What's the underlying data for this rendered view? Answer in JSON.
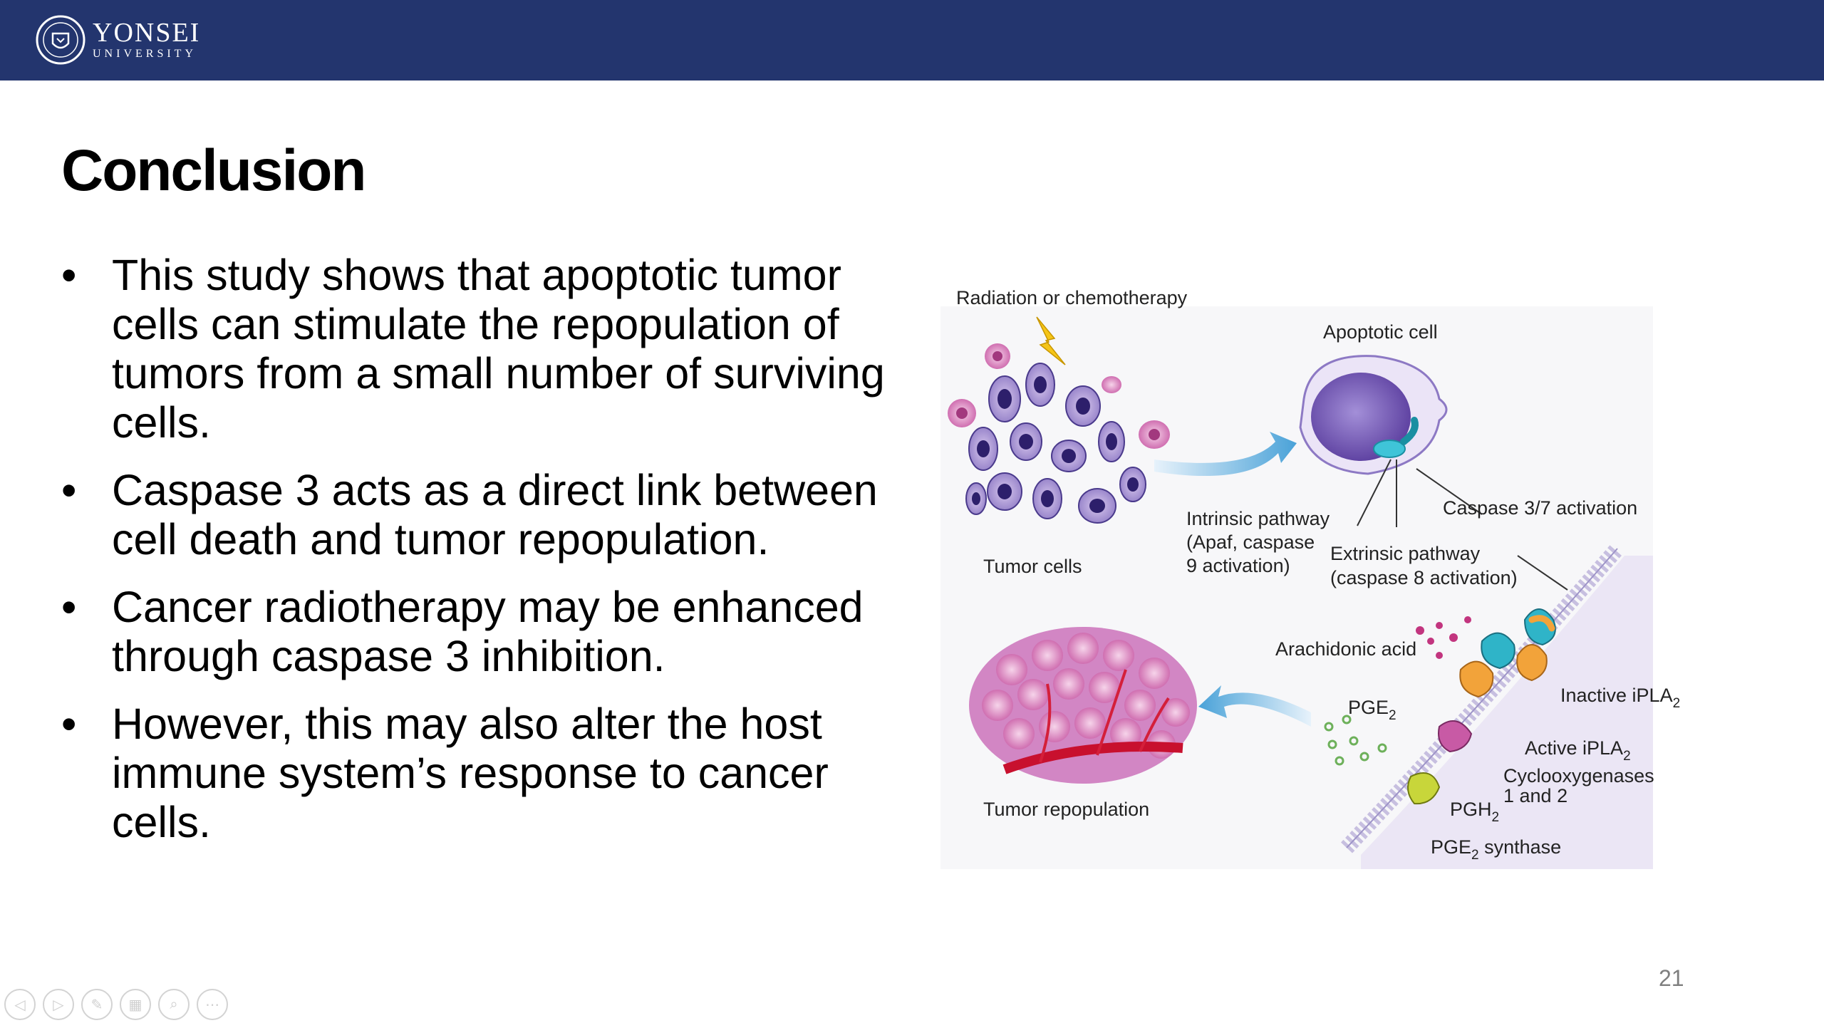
{
  "header": {
    "logo_name": "YONSEI",
    "logo_sub": "UNIVERSITY",
    "bar_color": "#23356e"
  },
  "slide": {
    "title": "Conclusion",
    "bullets": [
      "This study shows that apoptotic tumor cells can stimulate the repopulation of tumors from a small number of surviving cells.",
      "Caspase 3 acts as a direct link between cell death and tumor repopulation.",
      "Cancer radiotherapy may be enhanced through caspase 3 inhibition.",
      "However, this may also alter the host immune system’s response to cancer cells."
    ],
    "bullet_char": "•",
    "page_number": "21"
  },
  "figure": {
    "radiation": "Radiation or chemotherapy",
    "apoptotic_cell": "Apoptotic cell",
    "tumor_cells": "Tumor cells",
    "intrinsic_1": "Intrinsic pathway",
    "intrinsic_2": "(Apaf, caspase",
    "intrinsic_3": "9 activation)",
    "extrinsic_1": "Extrinsic pathway",
    "extrinsic_2": "(caspase 8 activation)",
    "caspase": "Caspase 3/7 activation",
    "arachidonic": "Arachidonic acid",
    "pge2": "PGE",
    "inactive": "Inactive iPLA",
    "active": "Active iPLA",
    "cyclo_1": "Cyclooxygenases",
    "cyclo_2": "1 and 2",
    "pgh2": "PGH",
    "synthase_a": "PGE",
    "synthase_b": " synthase",
    "sub2": "2",
    "tumor_repop": "Tumor repopulation"
  },
  "controls": [
    "previous-icon",
    "next-icon",
    "pen-icon",
    "slides-icon",
    "zoom-icon",
    "more-icon"
  ]
}
